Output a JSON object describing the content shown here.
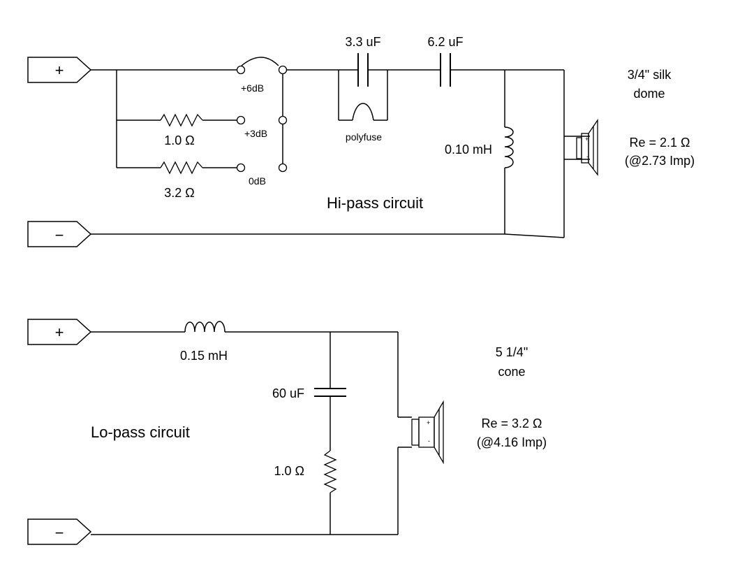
{
  "hipass": {
    "terminal_plus": "+",
    "terminal_minus": "−",
    "r1_label": "1.0 Ω",
    "r2_label": "3.2 Ω",
    "sw_6db": "+6dB",
    "sw_3db": "+3dB",
    "sw_0db": "0dB",
    "c1_label": "3.3 uF",
    "c2_label": "6.2 uF",
    "polyfuse_label": "polyfuse",
    "l1_label": "0.10 mH",
    "circuit_label": "Hi-pass circuit",
    "driver_name_line1": "3/4\" silk",
    "driver_name_line2": "dome",
    "driver_re": "Re = 2.1 Ω",
    "driver_imp": "(@2.73 Imp)",
    "driver_plus": "+",
    "driver_minus": "-"
  },
  "lopass": {
    "terminal_plus": "+",
    "terminal_minus": "−",
    "l1_label": "0.15 mH",
    "c1_label": "60 uF",
    "r1_label": "1.0 Ω",
    "circuit_label": "Lo-pass circuit",
    "driver_name_line1": "5 1/4\"",
    "driver_name_line2": "cone",
    "driver_re": "Re = 3.2 Ω",
    "driver_imp": "(@4.16 Imp)",
    "driver_plus": "+",
    "driver_minus": "-"
  }
}
